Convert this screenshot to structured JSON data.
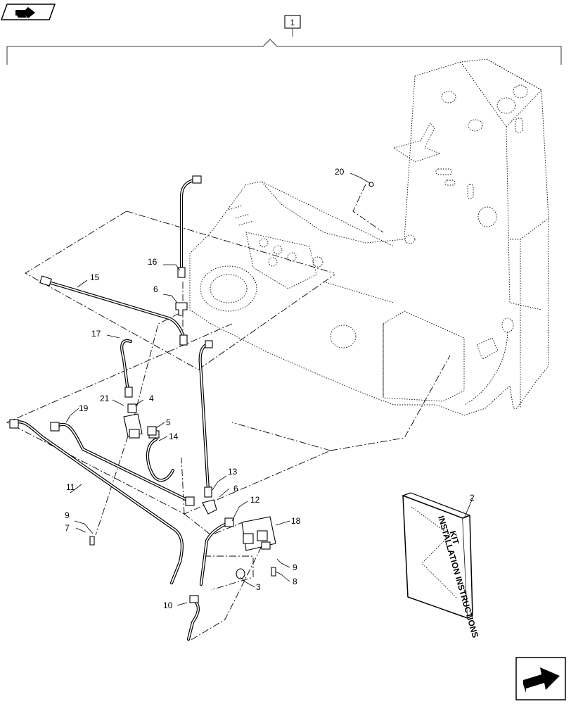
{
  "assembly_callout": "1",
  "callouts": {
    "c2": "2",
    "c3": "3",
    "c4": "4",
    "c5": "5",
    "c6a": "6",
    "c6b": "6",
    "c7": "7",
    "c8": "8",
    "c9a": "9",
    "c9b": "9",
    "c10": "10",
    "c11": "11",
    "c12": "12",
    "c13": "13",
    "c14": "14",
    "c15": "15",
    "c16": "16",
    "c17": "17",
    "c18": "18",
    "c19": "19",
    "c20": "20",
    "c21": "21"
  },
  "manual_cover_text": [
    "KIT",
    "INSTALLATION INSTRUCTIONS"
  ],
  "icons": {
    "top_left": "book-arrow-icon",
    "bottom_right": "next-page-arrow-icon"
  }
}
